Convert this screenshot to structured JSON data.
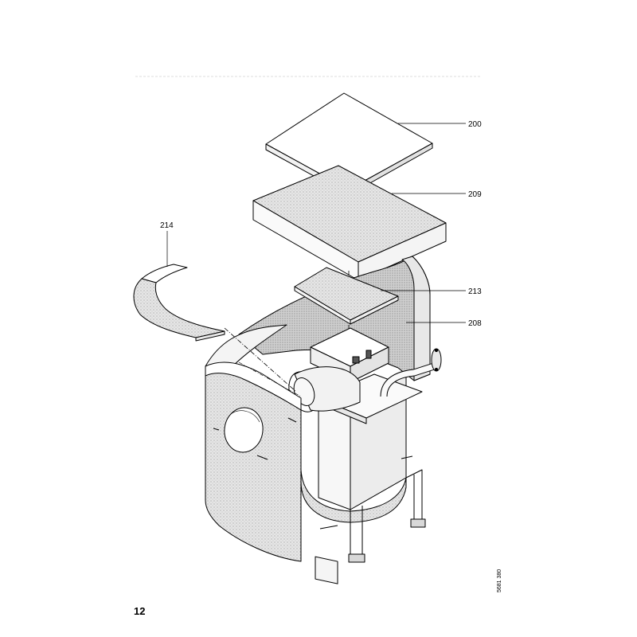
{
  "page": {
    "number": "12",
    "drawing_code": "5681 380"
  },
  "callouts": [
    {
      "id": "200",
      "label": "200"
    },
    {
      "id": "209",
      "label": "209"
    },
    {
      "id": "213",
      "label": "213"
    },
    {
      "id": "208",
      "label": "208"
    },
    {
      "id": "214",
      "label": "214"
    }
  ]
}
